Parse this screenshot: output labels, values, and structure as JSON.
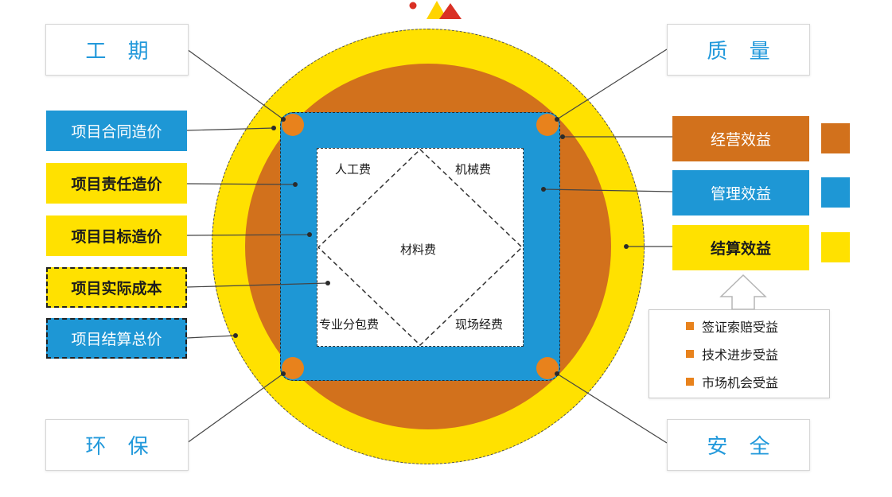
{
  "corner_labels": {
    "top_left": "工 期",
    "top_right": "质 量",
    "bottom_left": "环 保",
    "bottom_right": "安 全"
  },
  "left_boxes": [
    {
      "label": "项目合同造价",
      "style": "blue"
    },
    {
      "label": "项目责任造价",
      "style": "yellow"
    },
    {
      "label": "项目目标造价",
      "style": "yellow"
    },
    {
      "label": "项目实际成本",
      "style": "yellow-dashed"
    },
    {
      "label": "项目结算总价",
      "style": "blue-dashed"
    }
  ],
  "right_boxes": [
    {
      "label": "经营效益",
      "style": "orange",
      "swatch_color": "#D2711C"
    },
    {
      "label": "管理效益",
      "style": "blue",
      "swatch_color": "#1E97D5"
    },
    {
      "label": "结算效益",
      "style": "yellow",
      "swatch_color": "#FFE100"
    }
  ],
  "benefit_list": [
    "签证索赔受益",
    "技术进步受益",
    "市场机会受益"
  ],
  "cost_items": {
    "top_left": "人工费",
    "top_right": "机械费",
    "center": "材料费",
    "bottom_left": "专业分包费",
    "bottom_right": "现场经费"
  },
  "colors": {
    "blue": "#1E97D5",
    "yellow": "#FFE100",
    "orange": "#D2711C",
    "corner_dot": "#E8821C",
    "label_blue_text": "#2299DB"
  }
}
